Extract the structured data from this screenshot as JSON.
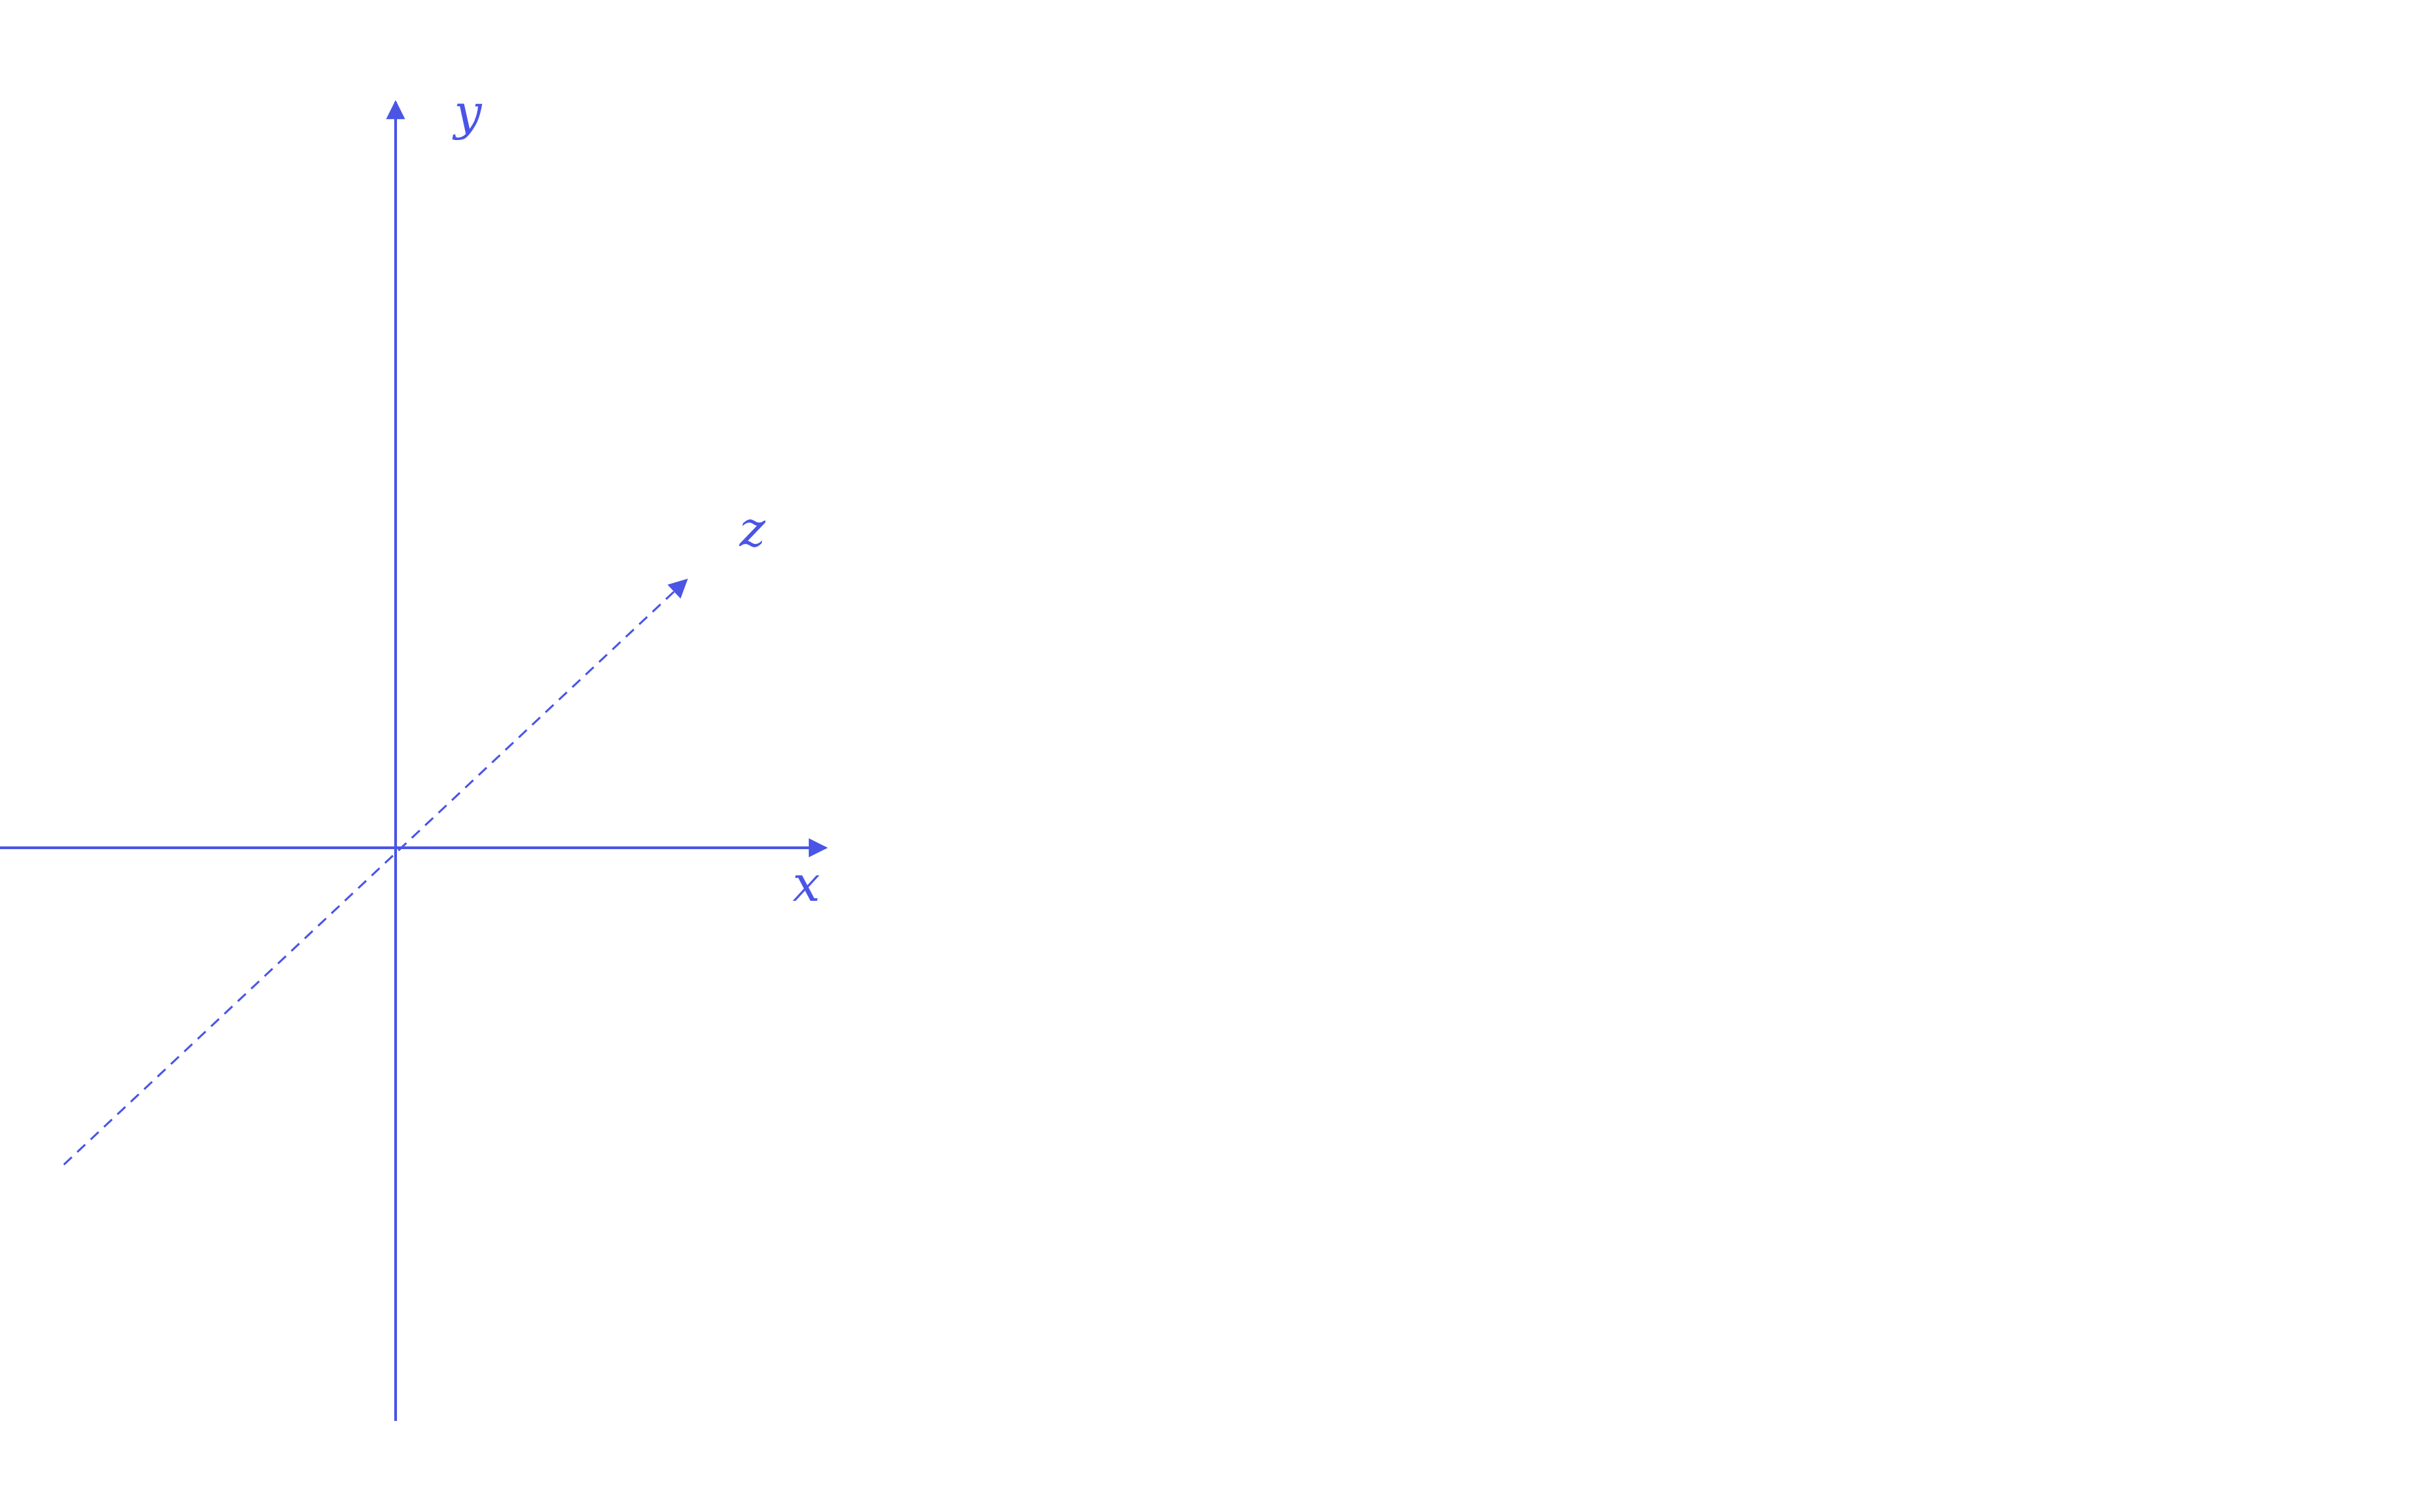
{
  "diagram": {
    "type": "3d-coordinate-axes",
    "color": "#4a55e6",
    "axes": [
      {
        "name": "x",
        "label": "x",
        "direction": "right",
        "style": "solid"
      },
      {
        "name": "y",
        "label": "y",
        "direction": "up",
        "style": "solid"
      },
      {
        "name": "z",
        "label": "z",
        "direction": "depth",
        "style": "dashed"
      }
    ]
  }
}
